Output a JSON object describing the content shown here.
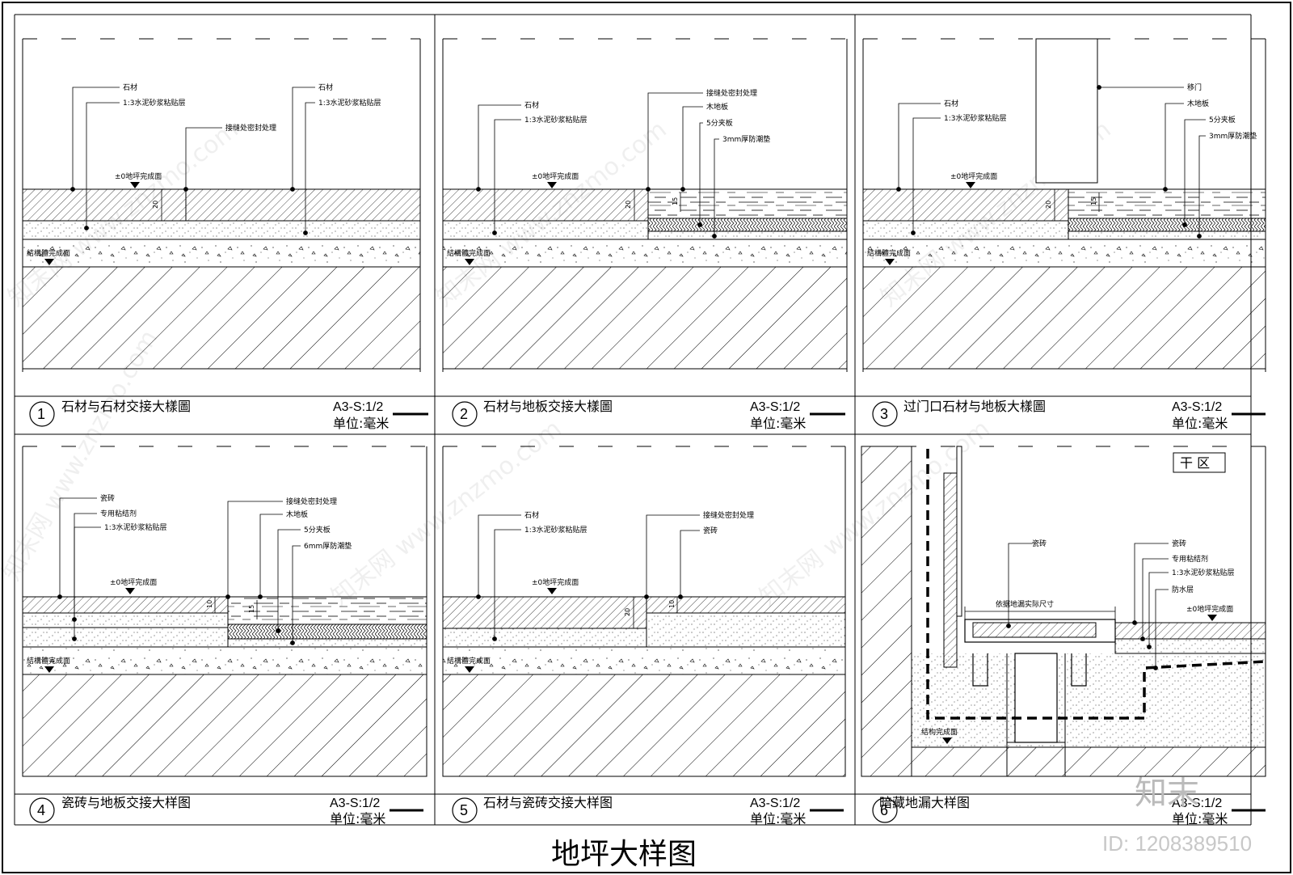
{
  "sheet": {
    "title": "地坪大样图",
    "dry_zone": "干 区",
    "brand": "知末",
    "id_text": "ID: 1208389510",
    "watermark": "知末网 www.znzmo.com"
  },
  "panels": [
    {
      "number": "1",
      "title": "石材与石材交接大樣圖",
      "scale": "A3-S:1/2",
      "unit": "单位:毫米"
    },
    {
      "number": "2",
      "title": "石材与地板交接大樣圖",
      "scale": "A3-S:1/2",
      "unit": "单位:毫米"
    },
    {
      "number": "3",
      "title": "过门口石材与地板大樣圖",
      "scale": "A3-S:1/2",
      "unit": "单位:毫米"
    },
    {
      "number": "4",
      "title": "瓷砖与地板交接大样图",
      "scale": "A3-S:1/2",
      "unit": "单位:毫米"
    },
    {
      "number": "5",
      "title": "石材与瓷砖交接大样图",
      "scale": "A3-S:1/2",
      "unit": "单位:毫米"
    },
    {
      "number": "6",
      "title": "暗藏地漏大样图",
      "scale": "A3-S:1/2",
      "unit": "单位:毫米"
    }
  ],
  "labels": {
    "stone": "石材",
    "mortar": "1:3水泥砂浆粘贴层",
    "joint_seal": "接缝处密封处理",
    "floor_finish": "±0地坪完成面",
    "struct_finish": "結構體完成面",
    "struct_finish_simple": "结构完成面",
    "wood_floor": "木地板",
    "plywood": "5分夹板",
    "moisture_3mm": "3mm厚防潮垫",
    "moisture_6mm": "6mm厚防潮垫",
    "sliding_door": "移门",
    "tile": "瓷砖",
    "adhesive": "专用粘结剂",
    "waterproof": "防水层",
    "drain_size": "依据地漏实际尺寸"
  },
  "dims": {
    "d20": "20",
    "d15": "15",
    "d10": "10"
  }
}
